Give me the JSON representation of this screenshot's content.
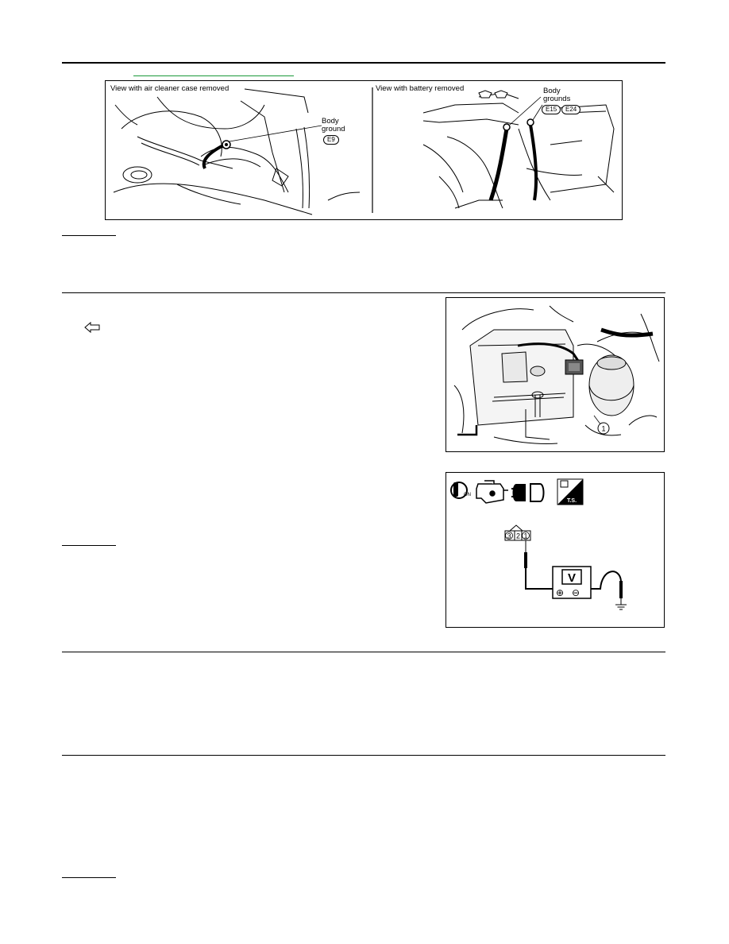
{
  "figure1": {
    "left_title": "View with air cleaner case removed",
    "right_title": "View with battery removed",
    "left_callout_line1": "Body",
    "left_callout_line2": "ground",
    "left_tag": "E9",
    "right_callout_line1": "Body",
    "right_callout_line2": "grounds",
    "right_tag_1": "E15",
    "right_tag_2": "E24"
  },
  "figure2": {
    "callout_number": "1"
  },
  "figure3": {
    "icon_on_label": "ON",
    "icon_ts_label": "T.S.",
    "pins": [
      "3",
      "2",
      "1"
    ],
    "meter_label": "V",
    "plus": "⊕",
    "minus": "⊖"
  },
  "colors": {
    "link_green": "#1a9a3a"
  }
}
